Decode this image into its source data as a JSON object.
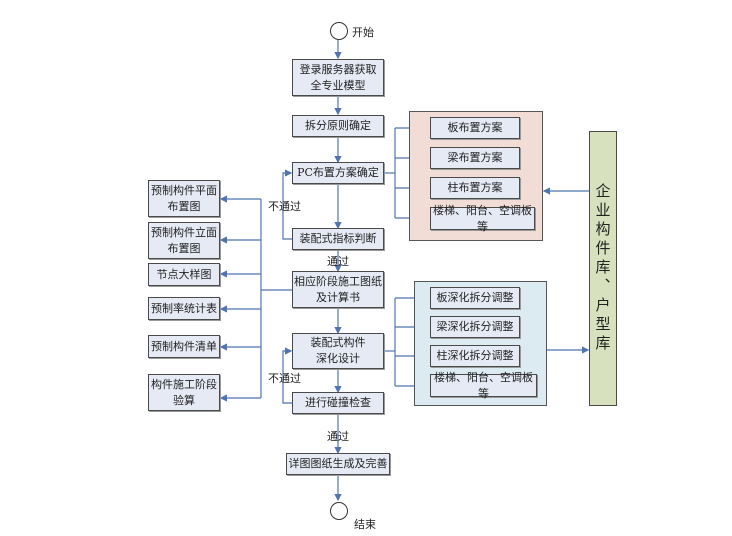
{
  "start": {
    "label": "开始"
  },
  "end": {
    "label": "结束"
  },
  "main_flow": [
    {
      "id": "login",
      "text": "登录服务器获取\n全专业模型"
    },
    {
      "id": "split_principle",
      "text": "拆分原则确定"
    },
    {
      "id": "pc_layout",
      "text": "PC布置方案确定"
    },
    {
      "id": "index_judge",
      "text": "装配式指标判断"
    },
    {
      "id": "stage_drawings",
      "text": "相应阶段施工图纸\n及计算书"
    },
    {
      "id": "component_design",
      "text": "装配式构件\n深化设计"
    },
    {
      "id": "clash_check",
      "text": "进行碰撞检查"
    },
    {
      "id": "detail_drawings",
      "text": "详图图纸生成及完善"
    }
  ],
  "conditions": {
    "fail_1": "不通过",
    "pass_1": "通过",
    "fail_2": "不通过",
    "pass_2": "通过"
  },
  "layout_plans": {
    "items": [
      "板布置方案",
      "梁布置方案",
      "柱布置方案",
      "楼梯、阳台、空调板等"
    ]
  },
  "deepening_adjustments": {
    "items": [
      "板深化拆分调整",
      "梁深化拆分调整",
      "柱深化拆分调整",
      "楼梯、阳台、空调板等"
    ]
  },
  "library": {
    "label": "企业构件库、户型库"
  },
  "outputs": {
    "items": [
      "预制构件平面\n布置图",
      "预制构件立面\n布置图",
      "节点大样图",
      "预制率统计表",
      "预制构件清单",
      "构件施工阶段\n验算"
    ]
  },
  "colors": {
    "line": "#4f74b0",
    "node_fill": "#e6eaf5",
    "pink_group": "#f2dcd6",
    "blue_group": "#dceaf2",
    "library_fill": "#d7e1bd"
  }
}
